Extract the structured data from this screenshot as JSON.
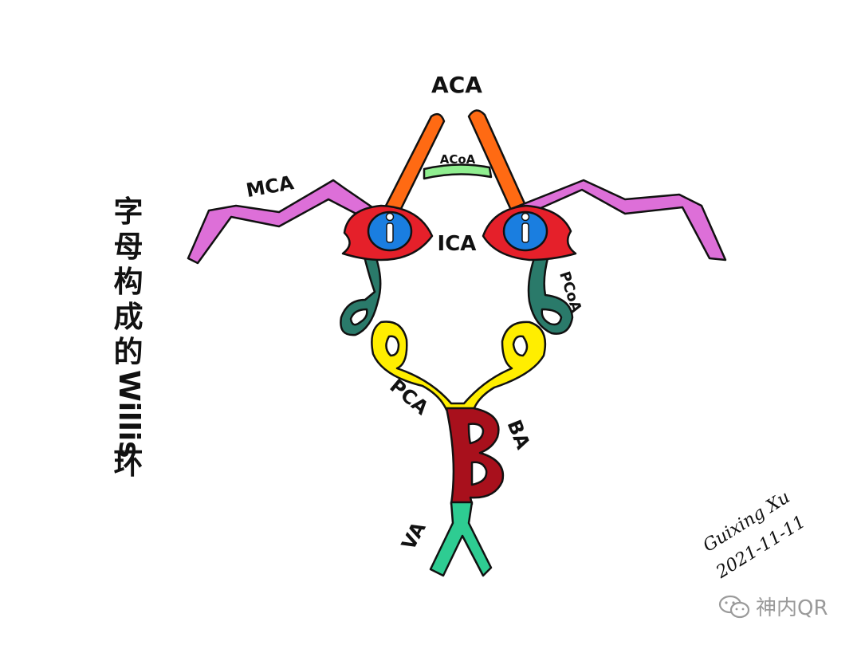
{
  "title": {
    "part1": "字母构成的",
    "part2": "Willis",
    "part3": "环"
  },
  "labels": {
    "aca": "ACA",
    "acoa": "ACoA",
    "mca": "MCA",
    "ica": "ICA",
    "pcoa": "PCoA",
    "pca": "PCA",
    "ba": "BA",
    "va": "VA"
  },
  "letter_i": "i",
  "signature": {
    "name": "Guixing Xu",
    "date": "2021-11-11"
  },
  "watermark": "神内QR",
  "colors": {
    "aca": "#ff6a13",
    "acoa": "#90ee90",
    "mca": "#dd6fd8",
    "ica": "#e5202a",
    "ica_letter": "#1a7ee0",
    "pcoa": "#2a7a6a",
    "pca": "#ffee00",
    "ba": "#a8101c",
    "va": "#2ecc92"
  }
}
